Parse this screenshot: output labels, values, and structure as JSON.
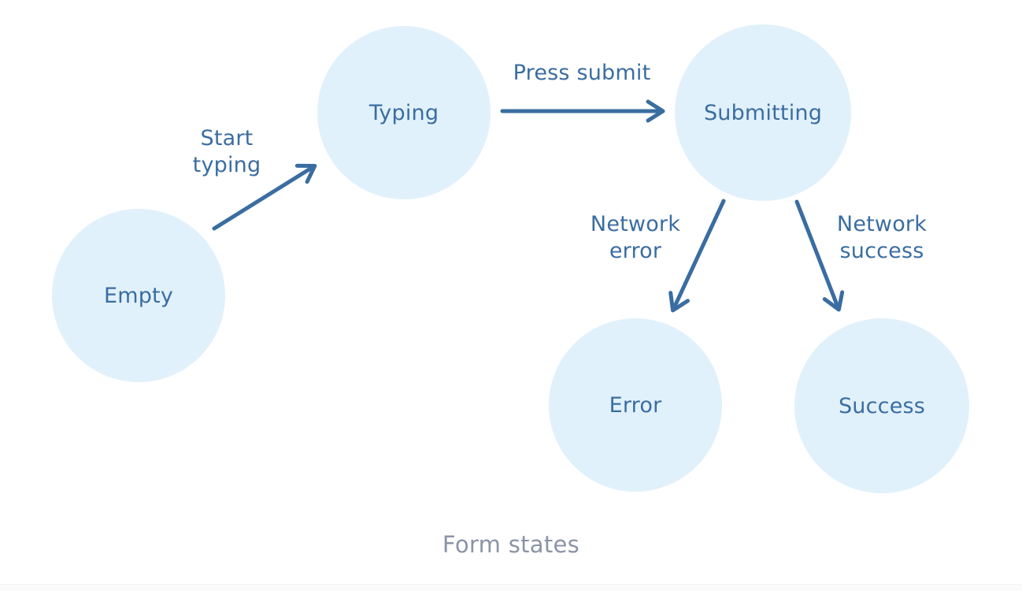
{
  "diagram": {
    "caption": "Form states",
    "nodes": [
      {
        "id": "empty",
        "label": "Empty"
      },
      {
        "id": "typing",
        "label": "Typing"
      },
      {
        "id": "submitting",
        "label": "Submitting"
      },
      {
        "id": "error",
        "label": "Error"
      },
      {
        "id": "success",
        "label": "Success"
      }
    ],
    "edges": [
      {
        "id": "start-typing",
        "label": "Start typing",
        "from": "Empty",
        "to": "Typing"
      },
      {
        "id": "press-submit",
        "label": "Press submit",
        "from": "Typing",
        "to": "Submitting"
      },
      {
        "id": "network-error",
        "label": "Network error",
        "from": "Submitting",
        "to": "Error"
      },
      {
        "id": "network-success",
        "label": "Network success",
        "from": "Submitting",
        "to": "Success"
      }
    ]
  },
  "colors": {
    "accent": "#3a6da1",
    "node_fill": "#e1f1fb",
    "caption": "#8b93a6",
    "background": "#ffffff",
    "footer_strip": "#fafafa"
  }
}
